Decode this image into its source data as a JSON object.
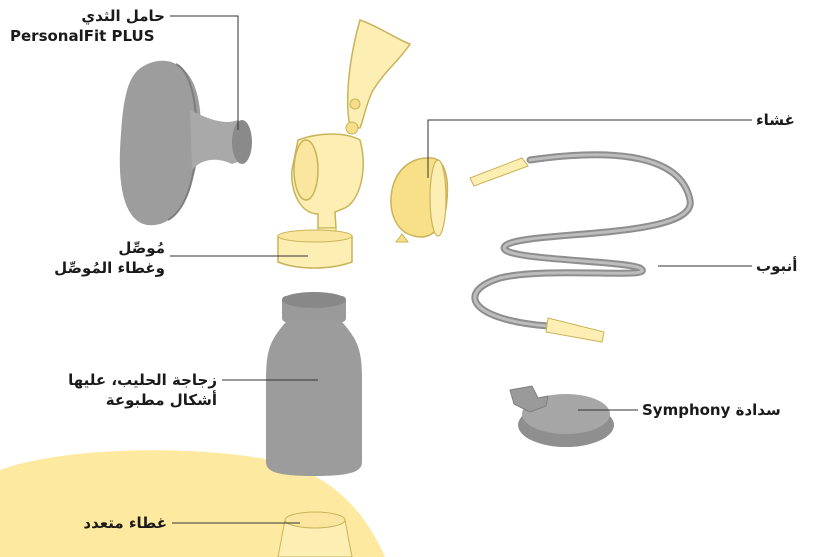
{
  "labels": {
    "breast_shield_line1": "حامل الثدي",
    "breast_shield_line2": "PersonalFit PLUS",
    "connector_line1": "مُوصِّل",
    "connector_line2": "وغطاء المُوصِّل",
    "bottle_line1": "زجاجة الحليب، عليها",
    "bottle_line2": "أشكال مطبوعة",
    "lid": "غطاء متعدد",
    "membrane": "غشاء",
    "tubing": "أنبوب",
    "symphony_cap": "سدادة Symphony"
  },
  "colors": {
    "gray_part": "#9a9a9a",
    "gray_dark": "#7e7e7e",
    "yellow_part": "#fdefb4",
    "yellow_outline": "#c9b35a",
    "bg_blob": "#fde9a0"
  }
}
